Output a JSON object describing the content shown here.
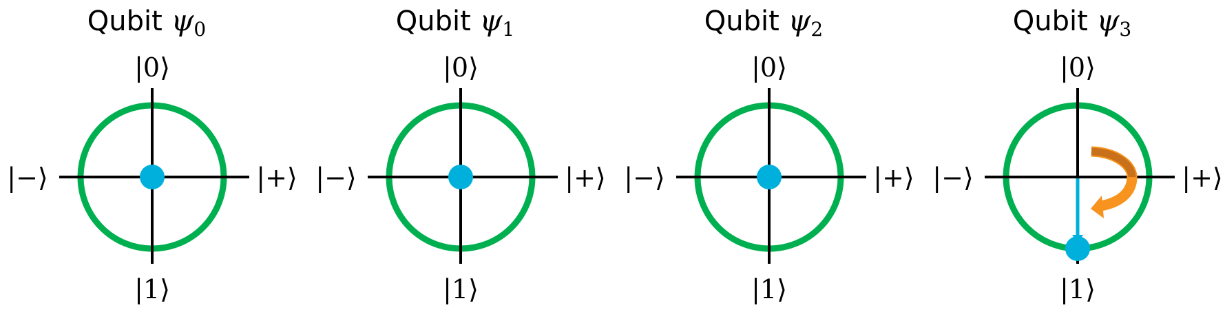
{
  "colors": {
    "circle": "#00b050",
    "axes": "#000000",
    "state_dot": "#00b0dc",
    "rotation_arrow": "#f7931e",
    "rotation_arrow_shadow": "#c8701a"
  },
  "labels": {
    "ket0": "|0⟩",
    "ket1": "|1⟩",
    "ket_plus": "|+⟩",
    "ket_minus": "|−⟩"
  },
  "panels": [
    {
      "title": "Qubit",
      "symbol": "ψ",
      "subscript": "0",
      "state": "center"
    },
    {
      "title": "Qubit",
      "symbol": "ψ",
      "subscript": "1",
      "state": "center"
    },
    {
      "title": "Qubit",
      "symbol": "ψ",
      "subscript": "2",
      "state": "center"
    },
    {
      "title": "Qubit",
      "symbol": "ψ",
      "subscript": "3",
      "state": "|1⟩",
      "rotation_arrow": true
    }
  ]
}
